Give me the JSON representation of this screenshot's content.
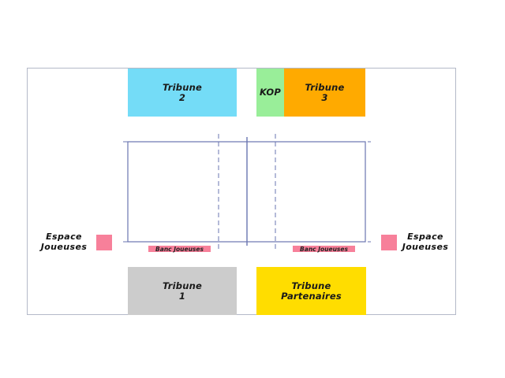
{
  "stands": {
    "tribune2": {
      "line1": "Tribune",
      "line2": "2",
      "color": "#74dcf7"
    },
    "kop": {
      "label": "KOP",
      "color": "#99ee99"
    },
    "tribune3": {
      "line1": "Tribune",
      "line2": "3",
      "color": "#ffaa00"
    },
    "tribune1": {
      "line1": "Tribune",
      "line2": "1",
      "color": "#cccccc"
    },
    "partners": {
      "line1": "Tribune",
      "line2": "Partenaires",
      "color": "#ffdd00"
    }
  },
  "benches": {
    "left": "Banc Joueuses",
    "right": "Banc Joueuses",
    "color": "#f7809a"
  },
  "player_areas": {
    "left": {
      "line1": "Espace",
      "line2": "Joueuses"
    },
    "right": {
      "line1": "Espace",
      "line2": "Joueuses"
    },
    "color": "#f7809a"
  },
  "court": {
    "line_color": "#6a76b0"
  }
}
